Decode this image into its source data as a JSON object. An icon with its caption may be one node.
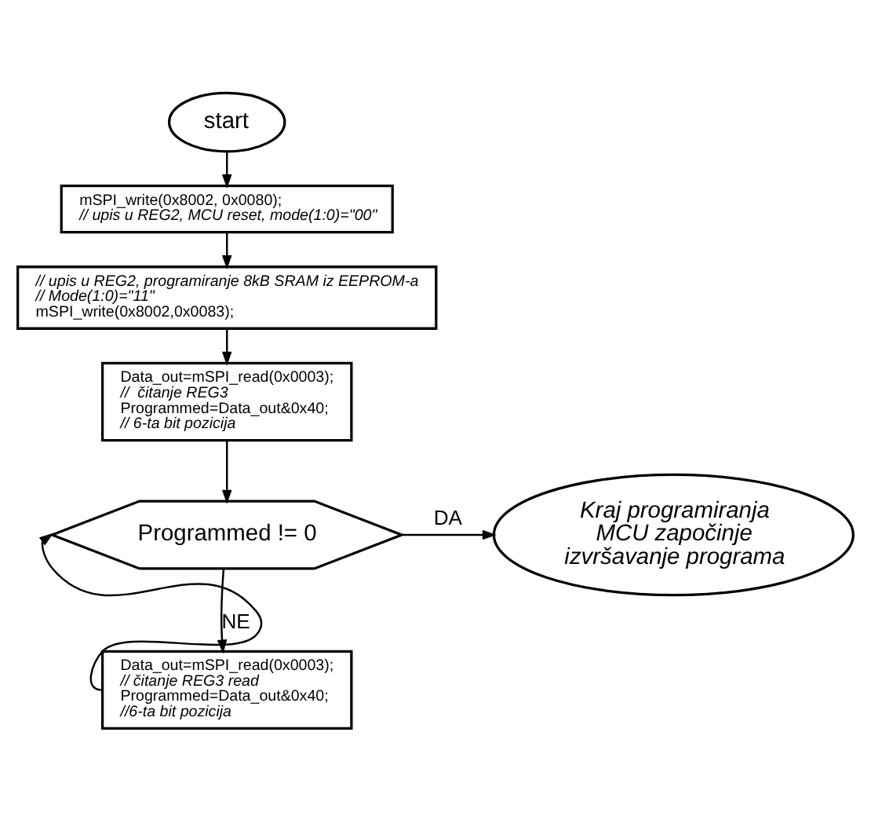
{
  "diagram": {
    "nodes": [
      {
        "text": [
          "start"
        ]
      },
      {
        "text": [
          "mSPI_write(0x8002, 0x0080);",
          "// upis u REG2, MCU reset, mode(1:0)=\"00\""
        ]
      },
      {
        "text": [
          "// upis u REG2, programiranje 8kB SRAM iz EEPROM-a",
          "// Mode(1:0)=\"11\"",
          "mSPI_write(0x8002,0x0083);"
        ]
      },
      {
        "text": [
          "Data_out=mSPI_read(0x0003);",
          "//  čitanje REG3",
          "Programmed=Data_out&0x40;",
          "// 6-ta bit pozicija"
        ]
      },
      {
        "text": [
          "Programmed != 0"
        ]
      },
      {
        "text": [
          "Kraj programiranja MCU započinje izvršavanje programa"
        ]
      },
      {
        "text": [
          "Data_out=mSPI_read(0x0003);",
          "// čitanje REG3 read",
          "Programmed=Data_out&0x40;",
          "//6-ta bit pozicija"
        ]
      }
    ],
    "edges": [
      {
        "from": 0,
        "to": 1,
        "arrow": "to"
      },
      {
        "from": 1,
        "to": 2,
        "arrow": "to"
      },
      {
        "from": 2,
        "to": 3,
        "arrow": "to"
      },
      {
        "from": 3,
        "to": 4,
        "arrow": "to"
      },
      {
        "from": 4,
        "to": 5,
        "arrow": "to",
        "label": "DA"
      },
      {
        "from": 4,
        "to": 6,
        "arrow": "to",
        "label": "NE"
      },
      {
        "from": 6,
        "to": 4,
        "arrow": "to"
      }
    ]
  }
}
